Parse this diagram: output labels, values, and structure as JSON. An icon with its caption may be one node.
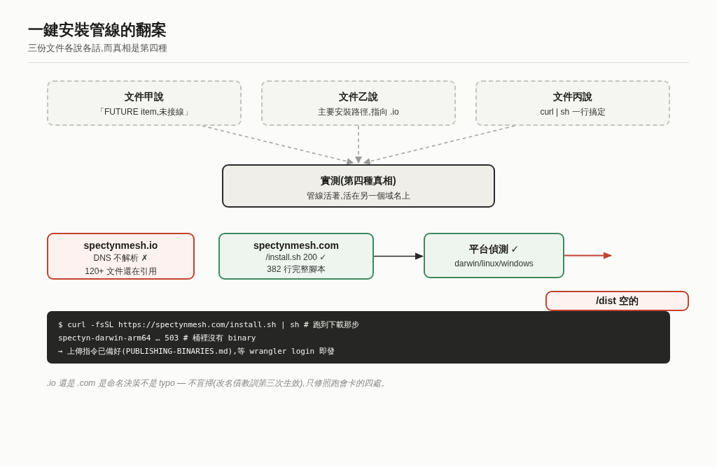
{
  "diagram": {
    "title": "一鍵安裝管線的翻案",
    "caption": ".io 還是 .com 是命名決策不是 typo — 不盲掃(改名債教訓第三次生效),只修照跑會卡的四處。",
    "labels": [
      "三份文件各說各話,而真相是第四種"
    ],
    "nodes": [
      {
        "text": [
          "文件甲說",
          "「FUTURE item,未接線」"
        ]
      },
      {
        "text": [
          "文件乙說",
          "主要安裝路徑,指向 .io"
        ]
      },
      {
        "text": [
          "文件丙說",
          "curl | sh 一行搞定"
        ]
      },
      {
        "text": [
          "實測(第四種真相)",
          "管線活著,活在另一個域名上"
        ]
      },
      {
        "text": [
          "spectynmesh.io",
          "DNS 不解析 ✗",
          "120+ 文件還在引用"
        ]
      },
      {
        "text": [
          "spectynmesh.com",
          "/install.sh 200 ✓",
          "382 行完整腳本"
        ]
      },
      {
        "text": [
          "平台偵測 ✓",
          "darwin/linux/windows"
        ]
      },
      {
        "text": [
          "/dist 空的"
        ]
      },
      {
        "text": [
          "$ curl -fsSL https://spectynmesh.com/install.sh | sh # 跑到下載那步",
          "spectyn-darwin-arm64 … 503 # 桶裡沒有 binary",
          "→ 上傳指令已備好(PUBLISHING-BINARIES.md),等 wrangler login 即發"
        ]
      }
    ],
    "edges": [
      {
        "from": 0,
        "to": 3,
        "arrow": "to",
        "style": "dashed"
      },
      {
        "from": 1,
        "to": 3,
        "arrow": "to",
        "style": "dashed"
      },
      {
        "from": 2,
        "to": 3,
        "arrow": "to",
        "style": "dashed"
      },
      {
        "from": 5,
        "to": 6,
        "arrow": "to",
        "color": "#2a2a2a"
      },
      {
        "from": 6,
        "to": null,
        "arrow": "to",
        "color": "#c0432f"
      }
    ]
  }
}
